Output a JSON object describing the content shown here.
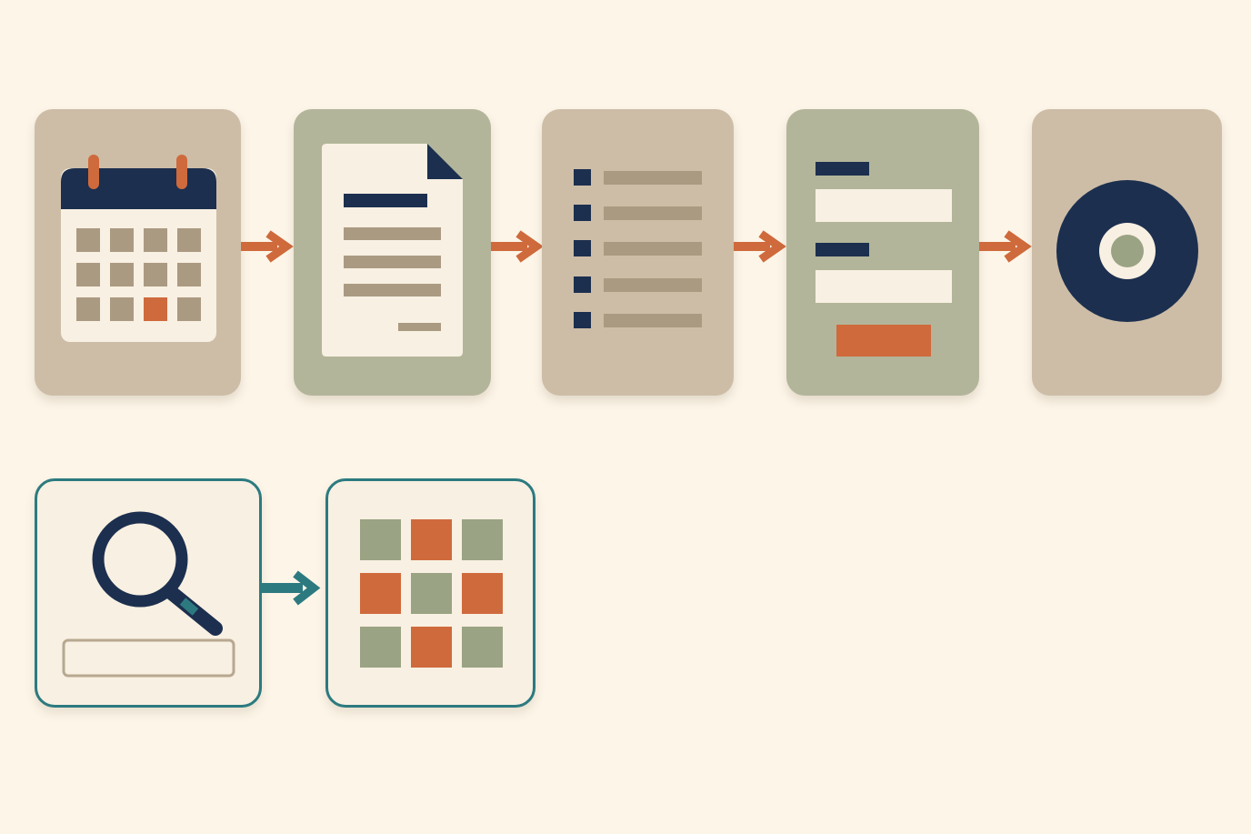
{
  "colors": {
    "background": "#fcf5e8",
    "card_tan": "#cdbda7",
    "card_sage": "#b3b59a",
    "navy": "#1c2f4f",
    "orange": "#cf6a3c",
    "cream": "#f8f0e2",
    "teal": "#2c7a80",
    "brown_line": "#ab9a82",
    "sage_tile": "#9aa383"
  },
  "flow_top": [
    {
      "step": "calendar",
      "icon": "calendar-icon"
    },
    {
      "step": "document",
      "icon": "document-icon"
    },
    {
      "step": "checklist",
      "icon": "checklist-icon"
    },
    {
      "step": "form",
      "icon": "form-icon"
    },
    {
      "step": "target",
      "icon": "target-icon"
    }
  ],
  "flow_bottom": [
    {
      "step": "search",
      "icon": "magnifier-icon"
    },
    {
      "step": "results-grid",
      "icon": "grid-icon"
    }
  ]
}
